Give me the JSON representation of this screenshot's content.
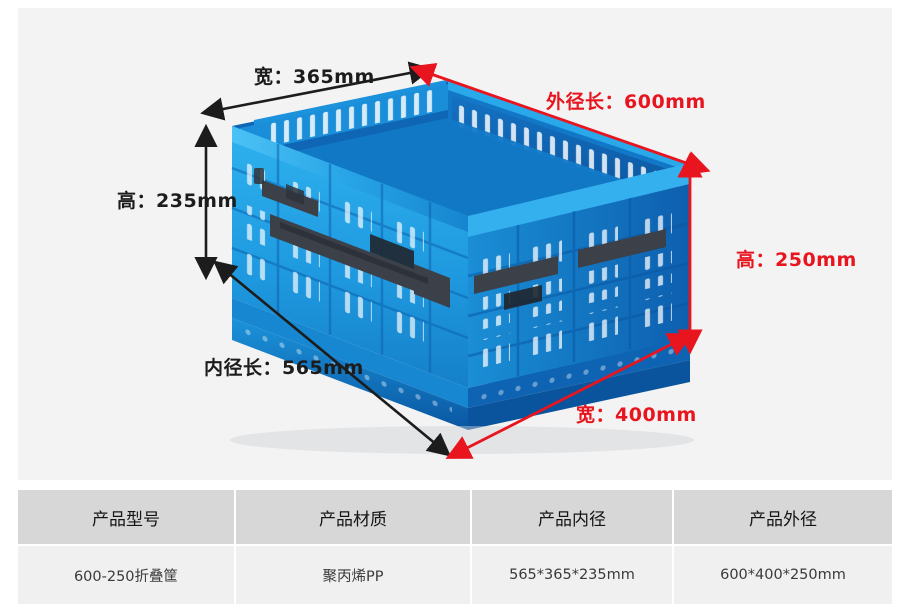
{
  "illustration": {
    "product_description": "blue collapsible plastic folding crate, three-quarter view, white ventilation slots, dark grey folding hinge bars",
    "colors": {
      "crate_light_blue": "#23a6e8",
      "crate_mid_blue": "#1d8fd8",
      "crate_dark_blue": "#0f62b5",
      "crate_shadow_blue": "#0b4f96",
      "hinge_dark": "#3a3f46",
      "inner_dimension_arrow": "#1c1c1c",
      "outer_dimension_arrow": "#e8151f",
      "panel_background": "#f3f3f3"
    },
    "dimension_labels": {
      "inner_width": "宽：365mm",
      "outer_length": "外径长：600mm",
      "inner_height": "高：235mm",
      "outer_height": "高：250mm",
      "inner_length": "内径长：565mm",
      "outer_width": "宽：400mm"
    }
  },
  "spec_table": {
    "headers": [
      "产品型号",
      "产品材质",
      "产品内径",
      "产品外径"
    ],
    "rows": [
      [
        "600-250折叠筐",
        "聚丙烯PP",
        "565*365*235mm",
        "600*400*250mm"
      ]
    ]
  }
}
